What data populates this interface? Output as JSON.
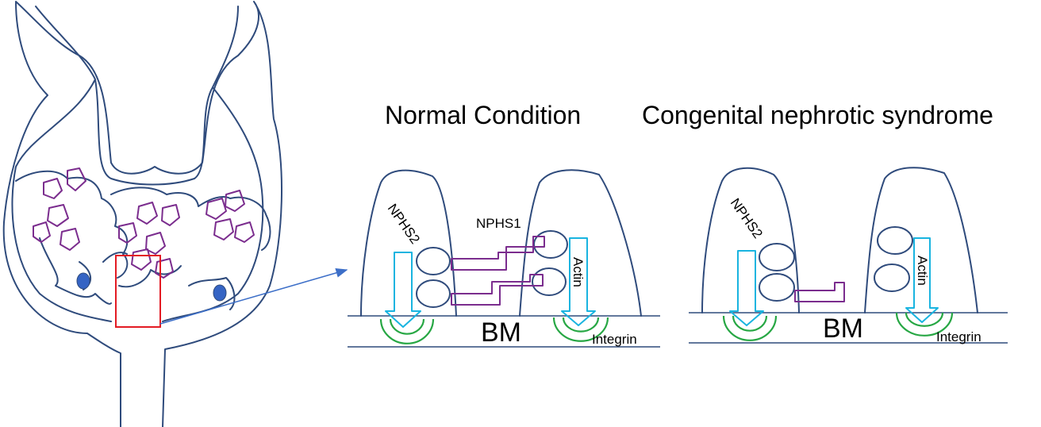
{
  "titles": {
    "normal": "Normal Condition",
    "disease": "Congenital nephrotic syndrome"
  },
  "labels": {
    "nphs2": "NPHS2",
    "nphs1": "NPHS1",
    "actin": "Actin",
    "bm": "BM",
    "integrin": "Integrin"
  },
  "colors": {
    "outline": "#2f4b7c",
    "nephrin": "#7b2d8e",
    "podocin": "#19b4e0",
    "integrin": "#27a744",
    "highlight_box": "#e31b23",
    "nucleus": "#3564c4"
  }
}
